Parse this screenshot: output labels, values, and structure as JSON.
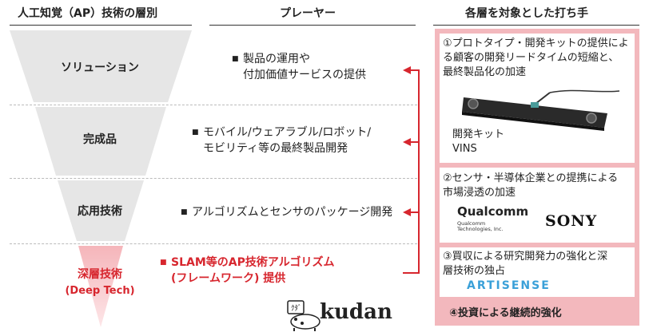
{
  "headers": {
    "layers": "人工知覚（AP）技術の層別",
    "players": "プレーヤー",
    "measures": "各層を対象とした打ち手"
  },
  "layers": [
    {
      "label": "ソリューション"
    },
    {
      "label": "完成品"
    },
    {
      "label": "応用技術"
    },
    {
      "label": "深層技術",
      "sub": "(Deep Tech)"
    }
  ],
  "players": [
    {
      "lines": [
        "製品の運用や",
        "付加価値サービスの提供"
      ]
    },
    {
      "lines": [
        "モバイル/ウェアラブル/ロボット/",
        "モビリティ等の最終製品開発"
      ]
    },
    {
      "lines": [
        "アルゴリズムとセンサのパッケージ開発"
      ]
    },
    {
      "lines": [
        "SLAM等のAP技術アルゴリズム",
        "(フレームワーク) 提供"
      ]
    }
  ],
  "measures": [
    {
      "lines": [
        "①プロトタイプ・開発キットの提供によ",
        "る顧客の開発リードタイムの短縮と、",
        "最終製品化の加速"
      ],
      "image_caption": [
        "開発キット",
        "VINS"
      ]
    },
    {
      "lines": [
        "②センサ・半導体企業との提携による",
        "市場浸透の加速"
      ],
      "logos": {
        "qualcomm": "Qualcomm",
        "qualcomm_sub": [
          "Qualcomm",
          "Technologies, Inc."
        ],
        "sony": "SONY"
      }
    },
    {
      "lines": [
        "③買収による研究開発力の強化と深",
        "層技術の独占"
      ],
      "logos": {
        "artisense": "ARTISENSE"
      }
    },
    {
      "lines": [
        "④投資による継続的強化"
      ]
    }
  ],
  "kudan": {
    "wordmark": "kudan"
  },
  "colors": {
    "accent": "#d7262e",
    "panel": "#f3b8bd",
    "funnel_gray": "#e6e6e6",
    "funnel_pink": "#f8c8cc",
    "artisense": "#3aa0d8"
  }
}
